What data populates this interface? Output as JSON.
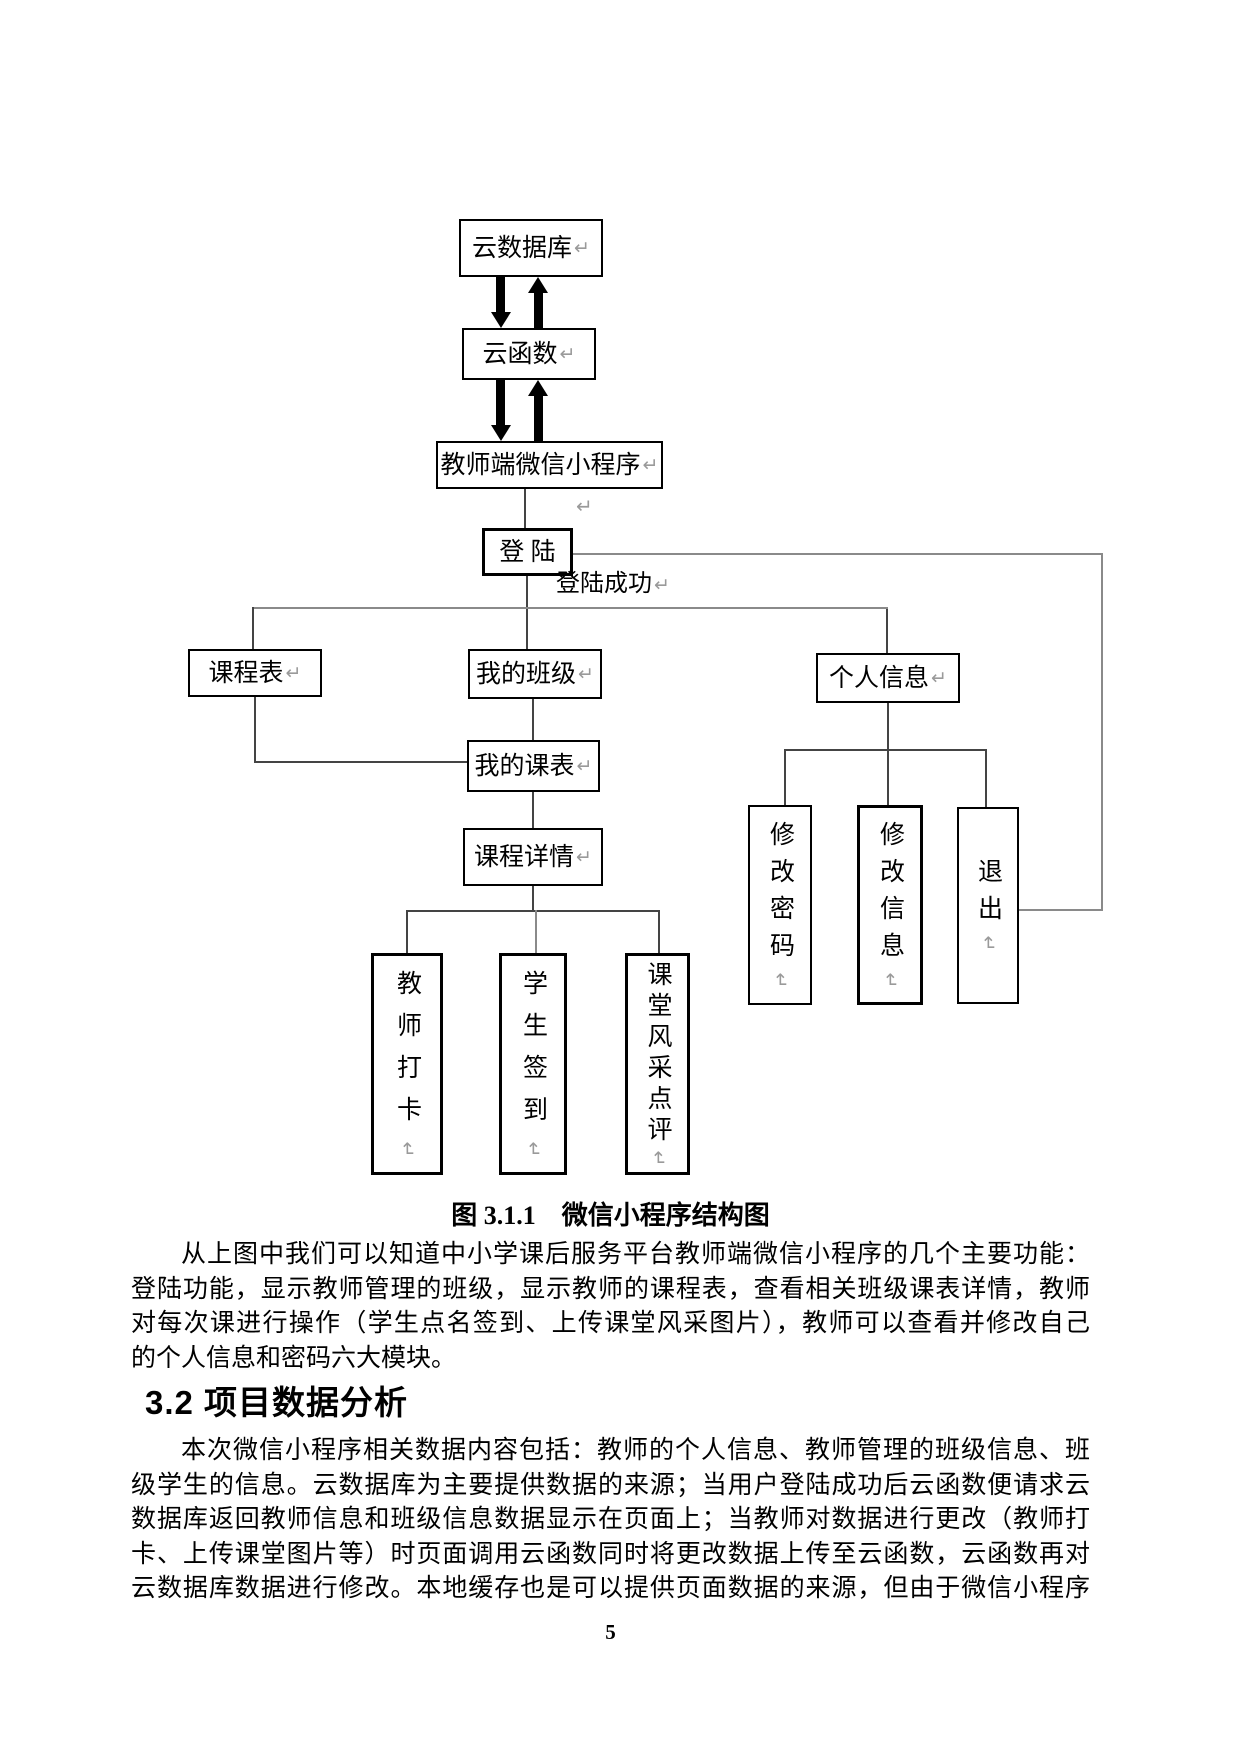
{
  "page": {
    "number": "5"
  },
  "figure": {
    "caption": "图 3.1.1　微信小程序结构图",
    "return_mark": "↵",
    "nodes": {
      "cloud_db": "云数据库",
      "cloud_fn": "云函数",
      "teacher_app": "教师端微信小程序",
      "login": "登 陆",
      "login_success_label": "登陆成功",
      "schedule": "课程表",
      "my_class": "我的班级",
      "personal_info": "个人信息",
      "my_timetable": "我的课表",
      "course_detail": "课程详情",
      "teacher_punch": "教师打卡",
      "student_sign": "学生签到",
      "class_review": "课堂风采点评",
      "change_pwd": "修改密码",
      "change_info": "修改信息",
      "logout": "退出"
    },
    "edges": [
      [
        "云数据库",
        "云函数",
        "双向粗箭头"
      ],
      [
        "云函数",
        "教师端微信小程序",
        "双向粗箭头"
      ],
      [
        "教师端微信小程序",
        "登陆"
      ],
      [
        "登陆",
        "课程表",
        "登陆成功"
      ],
      [
        "登陆",
        "我的班级",
        "登陆成功"
      ],
      [
        "登陆",
        "个人信息",
        "登陆成功"
      ],
      [
        "登陆",
        "退出"
      ],
      [
        "课程表",
        "我的课表"
      ],
      [
        "我的班级",
        "我的课表"
      ],
      [
        "我的课表",
        "课程详情"
      ],
      [
        "课程详情",
        "教师打卡"
      ],
      [
        "课程详情",
        "学生签到"
      ],
      [
        "课程详情",
        "课堂风采点评"
      ],
      [
        "个人信息",
        "修改密码"
      ],
      [
        "个人信息",
        "修改信息"
      ],
      [
        "个人信息",
        "退出"
      ]
    ]
  },
  "content": {
    "para1_lines": [
      "从上图中我们可以知道中小学课后服务平台教师端微信小程序的几个主要功能：",
      "登陆功能，显示教师管理的班级，显示教师的课程表，查看相关班级课表详情，教师",
      "对每次课进行操作（学生点名签到、上传课堂风采图片），教师可以查看并修改自己",
      "的个人信息和密码六大模块。"
    ],
    "heading": "3.2 项目数据分析",
    "para2_lines": [
      "本次微信小程序相关数据内容包括：教师的个人信息、教师管理的班级信息、班",
      "级学生的信息。云数据库为主要提供数据的来源；当用户登陆成功后云函数便请求云",
      "数据库返回教师信息和班级信息数据显示在页面上；当教师对数据进行更改（教师打",
      "卡、上传课堂图片等）时页面调用云函数同时将更改数据上传至云函数，云函数再对",
      "云数据库数据进行修改。本地缓存也是可以提供页面数据的来源，但由于微信小程序"
    ]
  }
}
